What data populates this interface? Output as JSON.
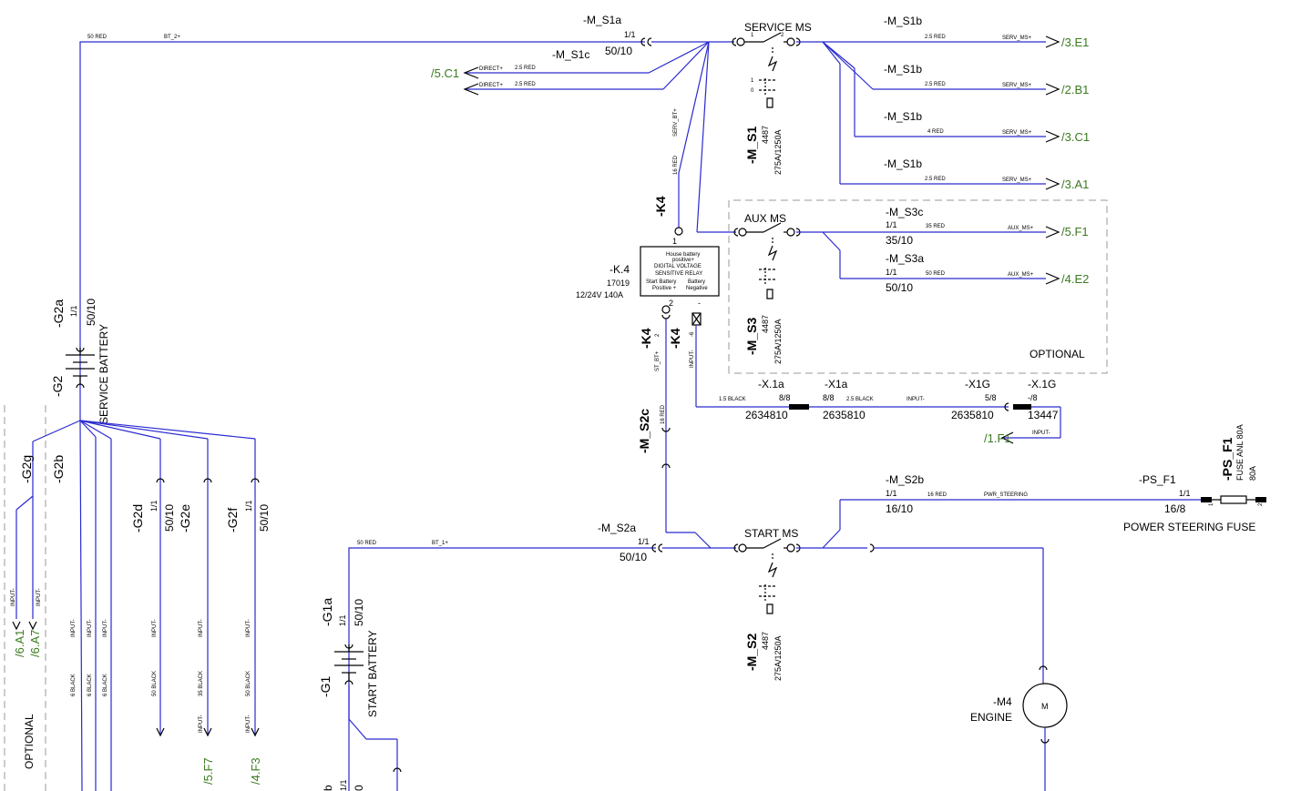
{
  "service_battery": {
    "id": "-G2",
    "cable": "-G2a",
    "ratio": "1/1",
    "size": "50/10",
    "name": "SERVICE BATTERY",
    "wire": "50 RED",
    "net": "BT_2+"
  },
  "start_battery": {
    "id": "-G1",
    "cable": "-G1a",
    "ratio": "1/1",
    "size": "50/10",
    "name": "START BATTERY",
    "wire": "50 RED",
    "net": "BT_1+",
    "bottom_b": "b",
    "bottom_11": "1/1",
    "bottom_0": "0"
  },
  "service_ms": {
    "label": "SERVICE MS",
    "id": "-M_S1",
    "part": "4487",
    "rating": "275A/1250A",
    "t1": "1",
    "t2": "2",
    "cable_in": "-M_S1a",
    "cable_in_ratio": "1/1",
    "cable_in_size": "50/10",
    "cable_c": "-M_S1c",
    "cable_c_size": "50/10"
  },
  "direct_lines": [
    {
      "ref": "/5.C1",
      "net": "DIRECT+",
      "wire": "2.5 RED"
    },
    {
      "ref": "",
      "net": "DIRECT+",
      "wire": "2.5 RED"
    }
  ],
  "serv_outputs": [
    {
      "cable": "-M_S1b",
      "wire": "2.5 RED",
      "net": "SERV_MS+",
      "ref": "/3.E1"
    },
    {
      "cable": "-M_S1b",
      "wire": "2.5 RED",
      "net": "SERV_MS+",
      "ref": "/2.B1"
    },
    {
      "cable": "-M_S1b",
      "wire": "4 RED",
      "net": "SERV_MS+",
      "ref": "/3.C1"
    },
    {
      "cable": "-M_S1b",
      "wire": "2.5 RED",
      "net": "SERV_MS+",
      "ref": "/3.A1"
    }
  ],
  "aux_ms": {
    "label": "AUX MS",
    "id": "-M_S3",
    "part": "4487",
    "rating": "275A/1250A",
    "optional": "OPTIONAL"
  },
  "aux_outputs": [
    {
      "cable": "-M_S3c",
      "ratio": "1/1",
      "size": "35/10",
      "wire": "35 RED",
      "net": "AUX_MS+",
      "ref": "/5.F1"
    },
    {
      "cable": "-M_S3a",
      "ratio": "1/1",
      "size": "50/10",
      "wire": "50 RED",
      "net": "AUX_MS+",
      "ref": "/4.E2"
    }
  ],
  "relay": {
    "id": "-K.4",
    "part": "17019",
    "rating": "12/24V 140A",
    "l1": "House battery",
    "l2": "positive+",
    "l3": "DIGITAL VOLTAGE",
    "l4": "SENSITIVE RELAY",
    "l5": "Start Battery",
    "l6": "Battery",
    "l7": "Positive +",
    "l8": "Negative",
    "top_tag": "-K4",
    "top_wire": "16 RED",
    "top_net": "SERV_BT+",
    "top_pin": "1",
    "pin2": "2",
    "pin_neg": "-",
    "bot_tag1": "-K4",
    "bot_net1": "ST_BT+",
    "bot_pin1": "2",
    "bot_tag2": "-K4",
    "bot_net2": "INPUT-",
    "bot_pin2": "-6"
  },
  "k4_ground": {
    "c1": "-X.1a",
    "c1_part": "2634810",
    "c1_wire": "1.5 BLACK",
    "c1_pos": "8/8",
    "c2": "-X1a",
    "c2_part": "2635810",
    "c2_pos": "8/8",
    "c2_wire": "2.5 BLACK",
    "net": "INPUT-",
    "c3": "-X1G",
    "c3_part": "2635810",
    "c3_pos": "5/8",
    "c4": "-X.1G",
    "c4_part": "13447",
    "c4_pos": "-/8",
    "ref": "/1.F1",
    "ref_net": "INPUT-"
  },
  "start_ms": {
    "label": "START MS",
    "id": "-M_S2",
    "part": "4487",
    "rating": "275A/1250A",
    "cable_in": "-M_S2a",
    "cable_in_ratio": "1/1",
    "cable_in_size": "50/10",
    "cable_c": "-M_S2c",
    "cable_c_wire": "16 RED"
  },
  "power_steering": {
    "cable": "-M_S2b",
    "ratio": "1/1",
    "size": "16/10",
    "wire": "16 RED",
    "net": "PWR_STEERING",
    "fuse_id": "-PS_F1",
    "fuse_ratio": "1/1",
    "fuse_size": "16/8",
    "fuse_label": "POWER STEERING FUSE",
    "fuse_part_id": "-PS_F1",
    "fuse_part": "FUSE ANL 80A",
    "fuse_amps": "80A",
    "p1": "1",
    "p2": "2"
  },
  "engine": {
    "id": "-M4",
    "name": "ENGINE",
    "symbol": "M"
  },
  "ground_branches": [
    {
      "cable": "-G2g",
      "net1": "INPUT-",
      "net2": "INPUT-",
      "ref1": "/6.A1",
      "ref2": "/6.A7"
    },
    {
      "cable": "-G2b",
      "net": "INPUT-",
      "wire": "6 BLACK"
    },
    {
      "cable": "-G2d",
      "ratio": "1/1",
      "size": "50/10",
      "net": "INPUT-",
      "wire": "50 BLACK"
    },
    {
      "cable": "-G2e",
      "net": "INPUT-",
      "wire": "35 BLACK",
      "ref": "/5.F7"
    },
    {
      "cable": "-G2f",
      "ratio": "1/1",
      "size": "50/10",
      "net": "INPUT-",
      "wire": "50 BLACK",
      "ref": "/4.F3"
    }
  ],
  "left_optional": "OPTIONAL"
}
